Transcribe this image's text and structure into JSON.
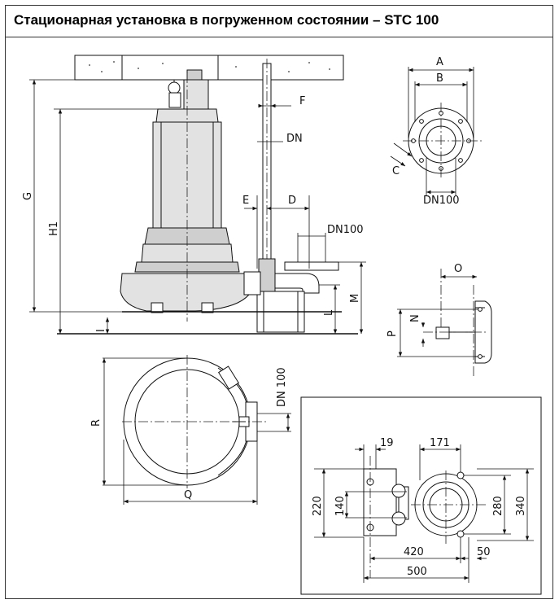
{
  "title": "Стационарная установка в погруженном состоянии – STC 100",
  "labels": {
    "G": "G",
    "H1": "H1",
    "I": "I",
    "F": "F",
    "DN": "DN",
    "E": "E",
    "D": "D",
    "DN100_side": "DN100",
    "L": "L",
    "M": "M",
    "A": "A",
    "B": "B",
    "C": "C",
    "DN100_flange": "DN100",
    "O": "O",
    "N": "N",
    "P": "P",
    "R": "R",
    "Q": "Q",
    "DN100_top": "DN 100"
  },
  "foundation_dims": {
    "d19": "19",
    "d171": "171",
    "d220": "220",
    "d140": "140",
    "d280": "280",
    "d340": "340",
    "d420": "420",
    "d50": "50",
    "d500": "500"
  }
}
